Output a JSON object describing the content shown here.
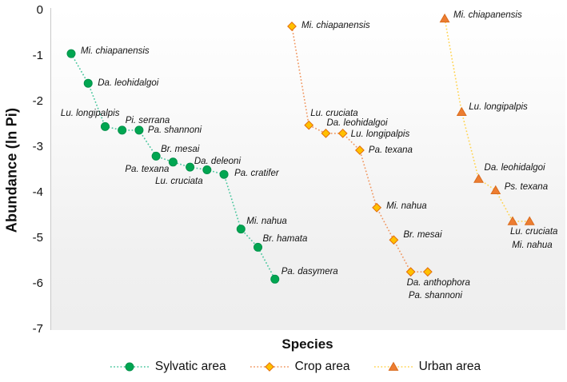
{
  "figure": {
    "y_axis_title": "Abundance (ln Pi)",
    "x_axis_title": "Species"
  },
  "legend": {
    "items": [
      {
        "label": "Sylvatic area",
        "marker": "circle"
      },
      {
        "label": "Crop area",
        "marker": "diamond"
      },
      {
        "label": "Urban area",
        "marker": "triangle"
      }
    ]
  },
  "colors": {
    "sylvatic_marker": "#00a651",
    "sylvatic_marker_stroke": "#00914a",
    "sylvatic_line": "#45c59b",
    "crop_marker_fill": "#ffc000",
    "crop_marker_stroke": "#e36c09",
    "crop_line": "#f0955e",
    "urban_marker": "#ed7d31",
    "urban_marker_stroke": "#d96b1c",
    "urban_line": "#ffd34f"
  },
  "chart_data": {
    "type": "line",
    "title": "",
    "xlabel": "Species",
    "ylabel": "Abundance (ln Pi)",
    "ylim": [
      -7,
      0
    ],
    "y_ticks": [
      0,
      -1,
      -2,
      -3,
      -4,
      -5,
      -6,
      -7
    ],
    "grid": false,
    "legend_position": "bottom",
    "x_layout": "sequential-rank",
    "line_style": "dotted",
    "series": [
      {
        "name": "Sylvatic area",
        "marker": "circle",
        "points": [
          {
            "species": "Mi. chiapanensis",
            "value": -0.95,
            "lbl": [
              12,
              -10,
              "s"
            ]
          },
          {
            "species": "Da. leohidalgoi",
            "value": -1.6,
            "lbl": [
              12,
              -7,
              "s"
            ]
          },
          {
            "species": "Lu. longipalpis",
            "value": -2.55,
            "lbl": [
              18,
              -23,
              "e"
            ]
          },
          {
            "species": "Pi. serrana",
            "value": -2.63,
            "lbl": [
              4,
              -19,
              "s"
            ]
          },
          {
            "species": "Pa. shannoni",
            "value": -2.63,
            "lbl": [
              11,
              -7,
              "s"
            ]
          },
          {
            "species": "Br. mesai",
            "value": -3.2,
            "lbl": [
              6,
              -15,
              "s"
            ]
          },
          {
            "species": "Pa. texana",
            "value": -3.33,
            "lbl": [
              -5,
              2,
              "e"
            ]
          },
          {
            "species": "Lu. cruciata",
            "value": -3.44,
            "lbl": [
              16,
              11,
              "e"
            ]
          },
          {
            "species": "Da. deleoni",
            "value": -3.5,
            "lbl": [
              -16,
              -18,
              "s"
            ]
          },
          {
            "species": "Pa. cratifer",
            "value": -3.6,
            "lbl": [
              13,
              -8,
              "s"
            ]
          },
          {
            "species": "Mi. nahua",
            "value": -4.8,
            "lbl": [
              7,
              -17,
              "s"
            ]
          },
          {
            "species": "Br. hamata",
            "value": -5.2,
            "lbl": [
              6,
              -17,
              "s"
            ]
          },
          {
            "species": "Pa. dasymera",
            "value": -5.9,
            "lbl": [
              8,
              -16,
              "s"
            ]
          }
        ]
      },
      {
        "name": "Crop area",
        "marker": "diamond",
        "points": [
          {
            "species": "Mi. chiapanensis",
            "value": -0.35,
            "lbl": [
              12,
              -8,
              "s"
            ]
          },
          {
            "species": "Lu. cruciata",
            "value": -2.52,
            "lbl": [
              2,
              -22,
              "s"
            ]
          },
          {
            "species": "Da. leohidalgoi",
            "value": -2.7,
            "lbl": [
              1,
              -20,
              "s"
            ]
          },
          {
            "species": "Lu. longipalpis",
            "value": -2.7,
            "lbl": [
              10,
              -6,
              "s"
            ]
          },
          {
            "species": "Pa. texana",
            "value": -3.07,
            "lbl": [
              11,
              -7,
              "s"
            ]
          },
          {
            "species": "Mi. nahua",
            "value": -4.33,
            "lbl": [
              12,
              -9,
              "s"
            ]
          },
          {
            "species": "Br. mesai",
            "value": -5.04,
            "lbl": [
              12,
              -13,
              "s"
            ]
          },
          {
            "species": "Da. anthophora",
            "value": -5.74,
            "lbl": [
              -5,
              7,
              "s"
            ]
          },
          {
            "species": "Pa. shannoni",
            "value": -5.74,
            "lbl": [
              -24,
              23,
              "s"
            ]
          }
        ]
      },
      {
        "name": "Urban area",
        "marker": "triangle",
        "points": [
          {
            "species": "Mi. chiapanensis",
            "value": -0.18,
            "lbl": [
              11,
              -11,
              "s"
            ]
          },
          {
            "species": "Lu. longipalpis",
            "value": -2.23,
            "lbl": [
              9,
              -13,
              "s"
            ]
          },
          {
            "species": "Da. leohidalgoi",
            "value": -3.7,
            "lbl": [
              7,
              -21,
              "s"
            ]
          },
          {
            "species": "Ps. texana",
            "value": -3.95,
            "lbl": [
              11,
              -11,
              "s"
            ]
          },
          {
            "species": "Lu. cruciata",
            "value": -4.63,
            "lbl": [
              -3,
              6,
              "s"
            ]
          },
          {
            "species": "Mi. nahua",
            "value": -4.63,
            "lbl": [
              -22,
              23,
              "s"
            ]
          }
        ]
      }
    ]
  }
}
